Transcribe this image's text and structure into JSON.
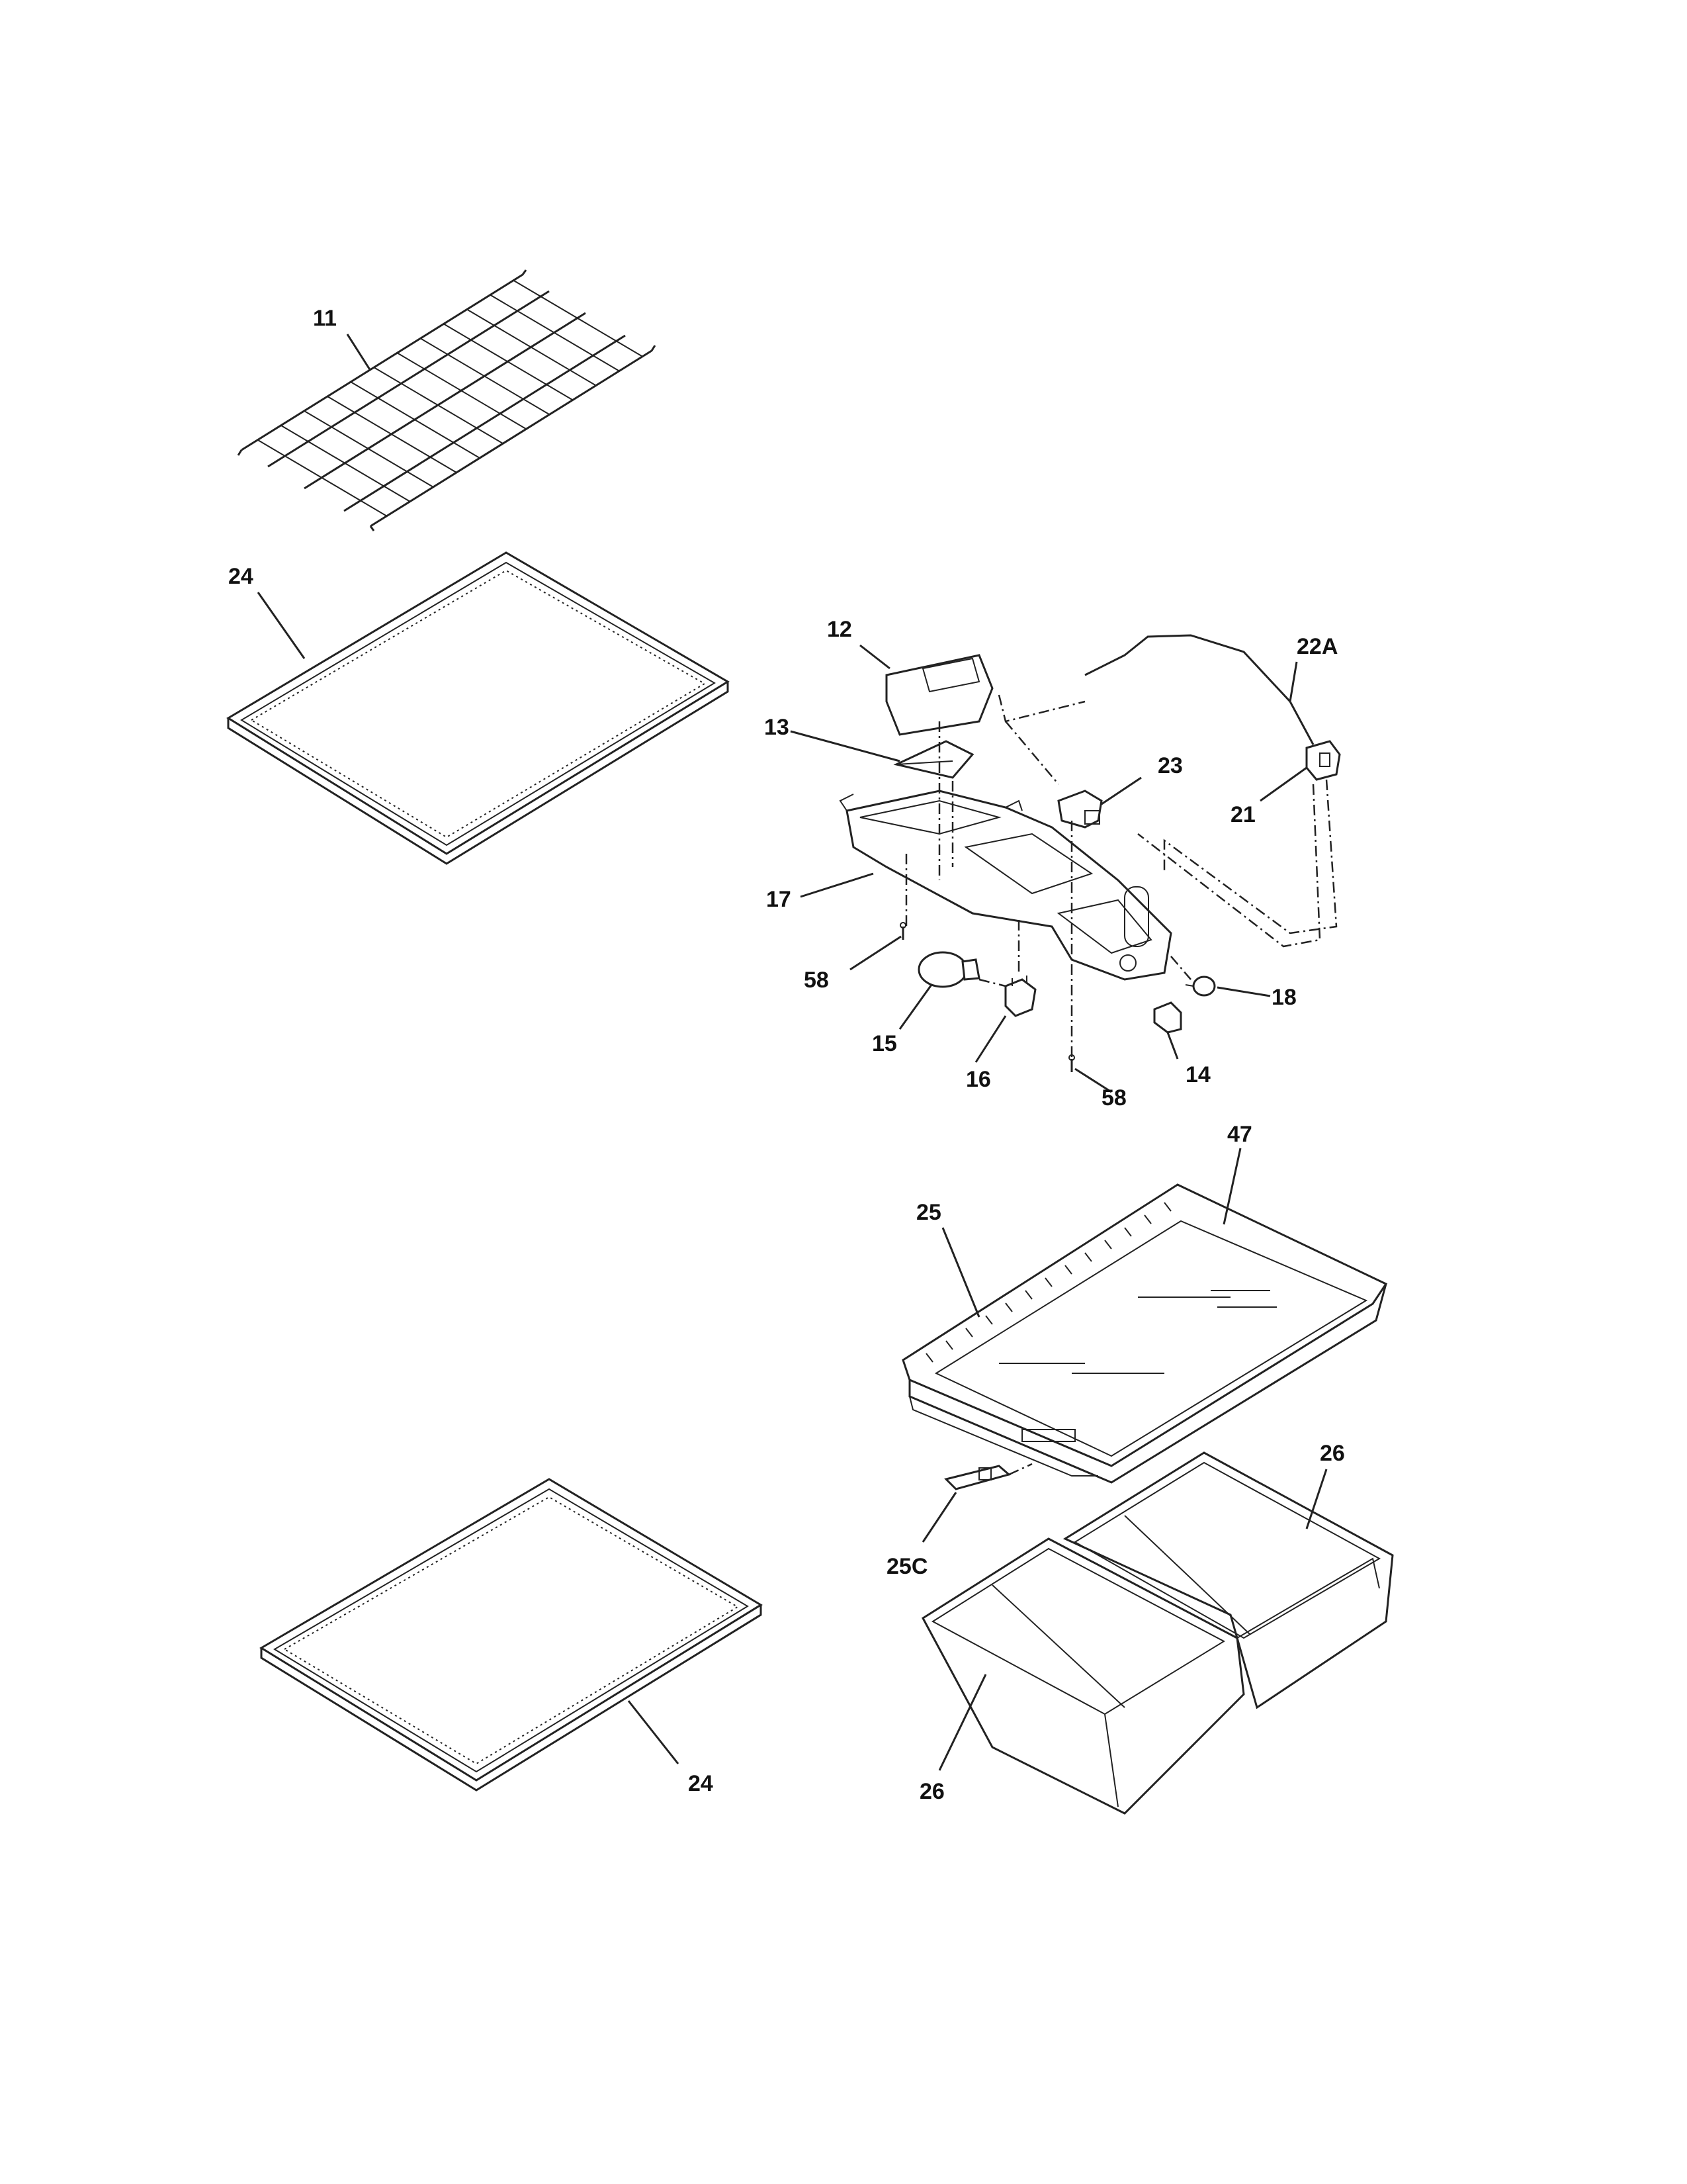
{
  "parts": [
    {
      "id": "label-11",
      "text": "11"
    },
    {
      "id": "label-24-top",
      "text": "24"
    },
    {
      "id": "label-12",
      "text": "12"
    },
    {
      "id": "label-22a",
      "text": "22A"
    },
    {
      "id": "label-13",
      "text": "13"
    },
    {
      "id": "label-23",
      "text": "23"
    },
    {
      "id": "label-21",
      "text": "21"
    },
    {
      "id": "label-17",
      "text": "17"
    },
    {
      "id": "label-58-left",
      "text": "58"
    },
    {
      "id": "label-18",
      "text": "18"
    },
    {
      "id": "label-15",
      "text": "15"
    },
    {
      "id": "label-16",
      "text": "16"
    },
    {
      "id": "label-14",
      "text": "14"
    },
    {
      "id": "label-58-bottom",
      "text": "58"
    },
    {
      "id": "label-47",
      "text": "47"
    },
    {
      "id": "label-25",
      "text": "25"
    },
    {
      "id": "label-26-top",
      "text": "26"
    },
    {
      "id": "label-25c",
      "text": "25C"
    },
    {
      "id": "label-24-bottom",
      "text": "24"
    },
    {
      "id": "label-26-bottom",
      "text": "26"
    }
  ]
}
